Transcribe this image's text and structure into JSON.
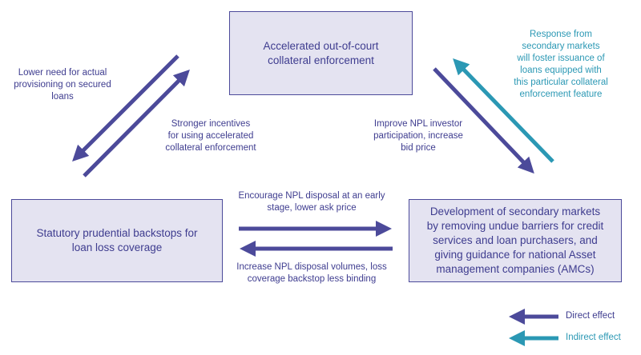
{
  "boxes": {
    "top": {
      "line1": "Accelerated out-of-court",
      "line2": "collateral enforcement"
    },
    "left": {
      "line1": "Statutory prudential backstops for",
      "line2": "loan loss coverage"
    },
    "right": {
      "line1": "Development of secondary markets",
      "line2": "by removing undue barriers for credit",
      "line3": "services and loan purchasers, and",
      "line4": "giving guidance for national Asset",
      "line5": "management companies (AMCs)"
    }
  },
  "labels": {
    "lower_need": {
      "line1": "Lower need for actual",
      "line2": "provisioning on secured",
      "line3": "loans"
    },
    "stronger_incentives": {
      "line1": "Stronger incentives",
      "line2": "for using accelerated",
      "line3": "collateral enforcement"
    },
    "improve_npl": {
      "line1": "Improve NPL investor",
      "line2": "participation, increase",
      "line3": "bid price"
    },
    "response": {
      "line1": "Response from",
      "line2": "secondary markets",
      "line3": "will foster issuance of",
      "line4": "loans equipped with",
      "line5": "this particular collateral",
      "line6": "enforcement feature"
    },
    "encourage": {
      "line1": "Encourage NPL disposal at an early",
      "line2": "stage, lower ask price"
    },
    "increase": {
      "line1": "Increase NPL disposal volumes, loss",
      "line2": "coverage backstop less binding"
    }
  },
  "legend": {
    "direct": "Direct effect",
    "indirect": "Indirect effect"
  },
  "colors": {
    "direct": "#4c4a9a",
    "indirect": "#2b98b4",
    "box_fill": "#e4e3f1"
  }
}
